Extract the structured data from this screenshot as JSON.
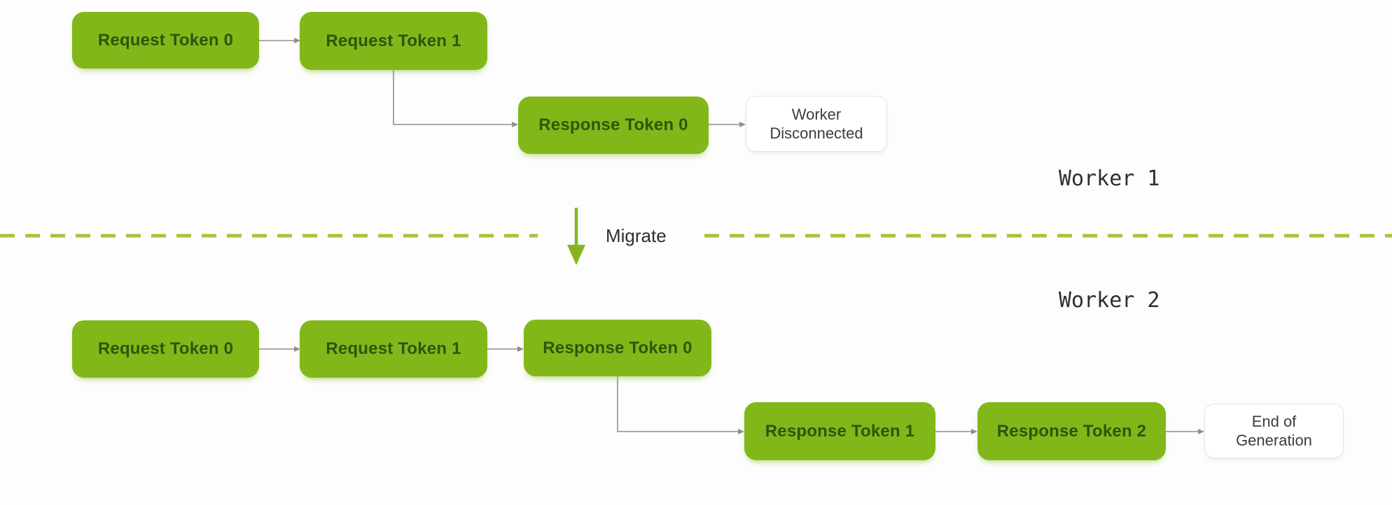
{
  "colors": {
    "background": "#fdfdfd",
    "node_green": "#82b71a",
    "node_green_text": "#2b570c",
    "white_node_bg": "#ffffff",
    "white_node_border": "#e4e4e1",
    "white_node_text": "#3d3d3d",
    "connector_gray": "#8f8f8f",
    "divider_green": "#a8c33c",
    "migrate_arrow_green": "#86b51f",
    "label_text": "#2f2f2f"
  },
  "worker1": {
    "label": "Worker 1",
    "request_token_0": "Request Token 0",
    "request_token_1": "Request Token 1",
    "response_token_0": "Response Token 0",
    "disconnected_line1": "Worker",
    "disconnected_line2": "Disconnected"
  },
  "divider": {
    "migrate_label": "Migrate"
  },
  "worker2": {
    "label": "Worker 2",
    "request_token_0": "Request Token 0",
    "request_token_1": "Request Token 1",
    "response_token_0": "Response Token 0",
    "response_token_1": "Response Token 1",
    "response_token_2": "Response Token 2",
    "end_line1": "End of",
    "end_line2": "Generation"
  }
}
